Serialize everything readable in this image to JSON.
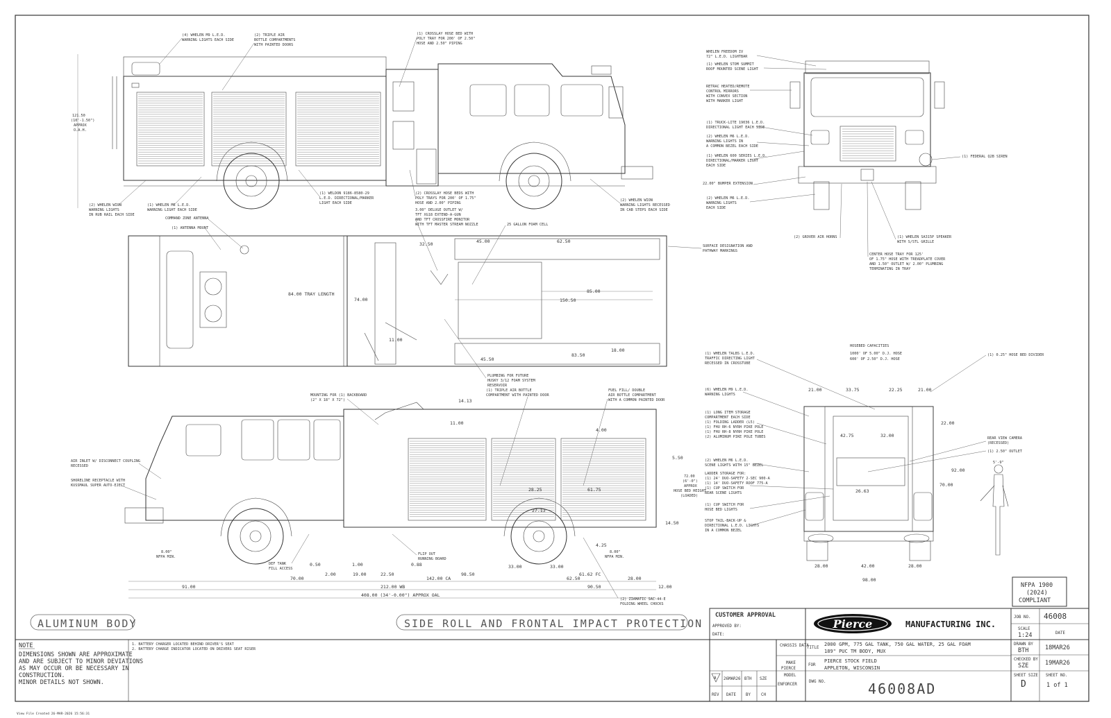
{
  "brand": {
    "logo_text": "Pierce",
    "company": "MANUFACTURING INC."
  },
  "labels": {
    "body_type": "ALUMINUM BODY",
    "protection": "SIDE ROLL AND FRONTAL IMPACT PROTECTION",
    "nfpa_line1": "NFPA 1900",
    "nfpa_line2": "(2024)",
    "nfpa_line3": "COMPLIANT",
    "file_created": "View File Created 26-MAR-2026 15:56:31"
  },
  "notes": {
    "heading": "NOTE",
    "lines": [
      "DIMENSIONS SHOWN ARE APPROXIMATE",
      "AND ARE SUBJECT TO MINOR DEVIATIONS",
      "AS MAY OCCUR OR BE NECESSARY IN",
      "CONSTRUCTION.",
      "MINOR DETAILS NOT SHOWN."
    ],
    "battery": [
      "1. BATTERY CHARGER LOCATED BEHIND DRIVER'S SEAT",
      "2. BATTERY CHARGE INDICATOR LOCATED ON DRIVERS SEAT RISER"
    ]
  },
  "title_block": {
    "customer_approval": "CUSTOMER APPROVAL",
    "approved_by": "APPROVED BY:",
    "date_label": "DATE:",
    "chassis_label": "CHASSIS DATA",
    "make_label": "MAKE",
    "make": "PIERCE",
    "model_label": "MODEL",
    "model": "ENFORCER",
    "title_label": "TITLE",
    "title_line1": "2000 GPM, 775 GAL TANK, 750 GAL WATER, 25 GAL FOAM",
    "title_line2": "189\" PUC TM BODY, MUX",
    "for_label": "FOR",
    "for_line1": "PIERCE STOCK FIELD",
    "for_line2": "APPLETON, WISCONSIN",
    "dwg_label": "DWG NO.",
    "dwg_no": "46008AD",
    "job_label": "JOB NO.",
    "job_no": "46008",
    "scale_label": "SCALE",
    "scale": "1:24",
    "date_hdr": "DATE",
    "drawn_label": "DRAWN BY",
    "drawn_by": "BTH",
    "drawn_date": "18MAR26",
    "checked_label": "CHECKED BY",
    "checked_by": "SZE",
    "checked_date": "19MAR26",
    "size_label": "SHEET SIZE",
    "size": "D",
    "sheet_label": "SHEET NO.",
    "sheet": "1 of 1",
    "rev_letter": "A",
    "rev_date": "26MAR26",
    "rev_by": "BTH",
    "rev_ch": "SZE",
    "rev_hdr": [
      "REV",
      "DATE",
      "BY",
      "CH"
    ]
  },
  "callouts": {
    "side_top": [
      "(4) WHELEN M9 L.E.D.",
      "WARNING LIGHTS EACH SIDE",
      "(2) TRIPLE AIR",
      "BOTTLE COMPARTMENTS",
      "WITH PAINTED DOORS",
      "(1) CROSSLAY HOSE BED WITH",
      "POLY TRAY FOR 200' OF 2.50\"",
      "HOSE AND 2.50\" PIPING",
      "121.50",
      "(10'-1.50\")",
      "APPROX",
      "O.A.H.",
      "(2) WHELEN WION",
      "WARNING LIGHTS",
      "IN RUB RAIL EACH SIDE",
      "(1) WHELEN M6 L.E.D.",
      "WARNING LIGHT EACH SIDE",
      "(1) WELDON 9186-8580-29",
      "L.E.D. DIRECTIONAL/MARKER",
      "LIGHT EACH SIDE",
      "(2) CROSSLAY HOSE BEDS WITH",
      "POLY TRAYS FOR 200' OF 1.75\"",
      "HOSE AND 2.00\" PIPING",
      "(2) WHELEN WION",
      "WARNING LIGHTS RECESSED",
      "IN CAB STEPS EACH SIDE"
    ],
    "front": [
      "WHELEN FREEDOM IV",
      "72\" L.E.D. LIGHTBAR",
      "(1) WHELEN STOM SUMMIT",
      "ROOF MOUNTED SCENE LIGHT",
      "RETRAC HEATED/REMOTE",
      "CONTROL MIRRORS",
      "WITH CONVEX SECTION",
      "WITH MARKER LIGHT",
      "(1) TRUCK-LITE 19036 L.E.D.",
      "DIRECTIONAL LIGHT EACH SIDE",
      "(2) WHELEN M6 L.E.D.",
      "WARNING LIGHTS IN",
      "A COMMON BEZEL EACH SIDE",
      "(1) WHELEN 600 SERIES L.E.D.",
      "DIRECTIONAL/MARKER LIGHT",
      "EACH SIDE",
      "22.00\" BUMPER EXTENSION",
      "(2) WHELEN M6 L.E.D.",
      "WARNING LIGHTS",
      "EACH SIDE",
      "(1) FEDERAL Q2B SIREN",
      "(2) GROVER AIR HORNS",
      "(1) WHELEN SA315P SPEAKER",
      "WITH S/STL GRILLE",
      "CENTER HOSE TRAY FOR 125'",
      "OF 1.75\" HOSE WITH TREADPLATE COVER",
      "AND 1.50\" OUTLET W/ 2.00\" PLUMBING",
      "TERMINATING IN TRAY"
    ],
    "plan": [
      "COMMAND ZONE ANTENNA",
      "(1) ANTENNA MOUNT",
      "3.00\" DELUGE OUTLET W/",
      "TFT XG18 EXTEND-A-GUN",
      "AND TFT CROSSFIRE MONITOR",
      "WITH TFT MASTER STREAM NOZZLE",
      "25 GALLON FOAM CELL",
      "SURFACE DESIGNATION AND",
      "PATHWAY MARKINGS",
      "84.00 TRAY LENGTH",
      "PLUMBING FOR FUTURE",
      "HUSKY 3/12 FOAM SYSTEM",
      "RESERVOIR"
    ],
    "side_bottom": [
      "MOUNTING FOR (1) BACKBOARD",
      "(2\" X 18\" X 72\")",
      "(1) TRIPLE AIR BOTTLE",
      "COMPARTMENT WITH PAINTED DOOR",
      "FUEL FILL/ DOUBLE",
      "AIR BOTTLE COMPARTMENT",
      "WITH A COMMON PAINTED DOOR",
      "AIR INLET W/ DISCONNECT COUPLING",
      "RECESSED",
      "SHORELINE RECEPTACLE WITH",
      "KUSSMAUL SUPER AUTO-EJECT",
      "DEF TANK",
      "FILL ACCESS",
      "FLIP OUT",
      "RUNNING BOARD",
      "8.00\"",
      "NFPA MIN.",
      "72.00",
      "(6'-0\")",
      "APPROX",
      "HOSE BED HEIGHT",
      "(LOADED)",
      "(2) ZIAMATIC SAC-44-E",
      "FOLDING WHEEL CHOCKS"
    ],
    "rear": [
      "HOSEBED CAPACITIES",
      "1000' OF 5.00\" D.J. HOSE",
      "600' OF 2.50\" D.J. HOSE",
      "(1) 0.25\" HOSE BED DIVIDER",
      "(1) WHELEN TALBS L.E.D.",
      "TRAFFIC DIRECTING LIGHT",
      "RECESSED IN CROSSTUBE",
      "(6) WHELEN M9 L.E.D.",
      "WARNING LIGHTS",
      "(1) LONG ITEM STORAGE",
      "COMPARTMENT EACH SIDE",
      "(1) FOLDING LADDER (L5)",
      "(1) FHU RH-6 NYRH PIKE POLE",
      "(1) FHU RH-8 NYRH PIKE POLE",
      "(2) ALUMINUM PIKE POLE TUBES",
      "(2) WHELEN M6 L.E.D.",
      "SCENE LIGHTS WITH 15\" BEZEL",
      "LADDER STORAGE FOR:",
      "(1) 24' DUO-SAFETY 2-SEC 900-A",
      "(1) 14' DUO-SAFETY ROOF 775-A",
      "(1) CUP SWITCH FOR",
      "REAR SCENE LIGHTS",
      "(1) CUP SWITCH FOR",
      "HOSE BED LIGHTS",
      "STOP TAIL-BACK-UP &",
      "DIRECTIONAL L.E.D. LIGHTS",
      "IN A COMMON BEZEL",
      "REAR VIEW CAMERA",
      "(RECESSED)",
      "(1) 2.50\" OUTLET",
      "5'-9\""
    ]
  },
  "dimensions": {
    "plan": [
      "32.50",
      "45.00",
      "62.50",
      "85.00",
      "150.50",
      "74.00",
      "11.00",
      "45.50",
      "83.50",
      "18.00"
    ],
    "side_bottom": [
      "14.13",
      "11.00",
      "4.00",
      "5.50",
      "14.50",
      "4.25",
      "0.50",
      "1.00",
      "0.88",
      "2.00",
      "19.00",
      "22.50",
      "98.50",
      "33.00",
      "33.00",
      "61.62 FC",
      "70.00",
      "142.00 CA",
      "62.50",
      "28.00",
      "12.00",
      "91.00",
      "212.00 WB",
      "90.50",
      "408.00 (34'-0.00\") APPROX OAL",
      "28.25",
      "27.13",
      "61.75"
    ],
    "rear": [
      "21.00",
      "33.75",
      "22.25",
      "21.00",
      "42.75",
      "32.00",
      "22.00",
      "92.00",
      "70.00",
      "26.63",
      "28.00",
      "42.00",
      "28.00",
      "98.00"
    ]
  }
}
